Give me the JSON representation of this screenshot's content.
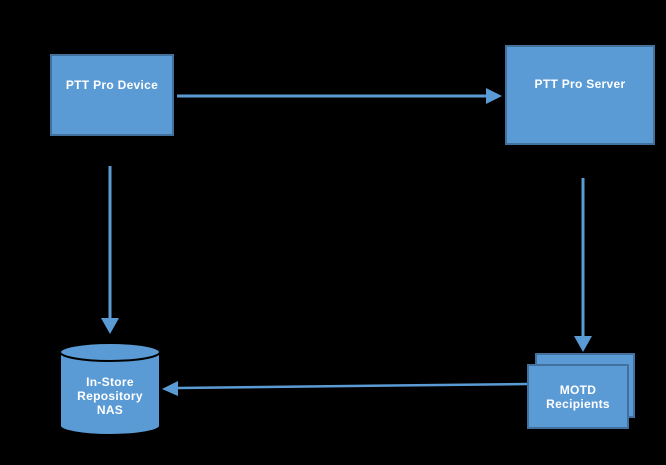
{
  "colors": {
    "background": "#000000",
    "node_fill": "#5B9BD5",
    "node_border": "#41719C",
    "arrow": "#5B9BD5",
    "text": "#FFFFFF",
    "cylinder_outline": "#000000"
  },
  "diagram": {
    "nodes": {
      "device": {
        "label": "PTT Pro Device",
        "shape": "rectangle"
      },
      "server": {
        "label": "PTT Pro Server",
        "shape": "rectangle"
      },
      "nas": {
        "label_line1": "In-Store",
        "label_line2": "Repository",
        "label_line3": "NAS",
        "shape": "cylinder"
      },
      "motd": {
        "label_line1": "MOTD",
        "label_line2": "Recipients",
        "shape": "stacked-rectangles"
      }
    },
    "edges": [
      {
        "from": "PTT Pro Device",
        "to": "PTT Pro Server",
        "direction": "right"
      },
      {
        "from": "PTT Pro Device",
        "to": "In-Store Repository NAS",
        "direction": "down"
      },
      {
        "from": "PTT Pro Server",
        "to": "MOTD Recipients",
        "direction": "down"
      },
      {
        "from": "MOTD Recipients",
        "to": "In-Store Repository NAS",
        "direction": "left"
      }
    ]
  }
}
